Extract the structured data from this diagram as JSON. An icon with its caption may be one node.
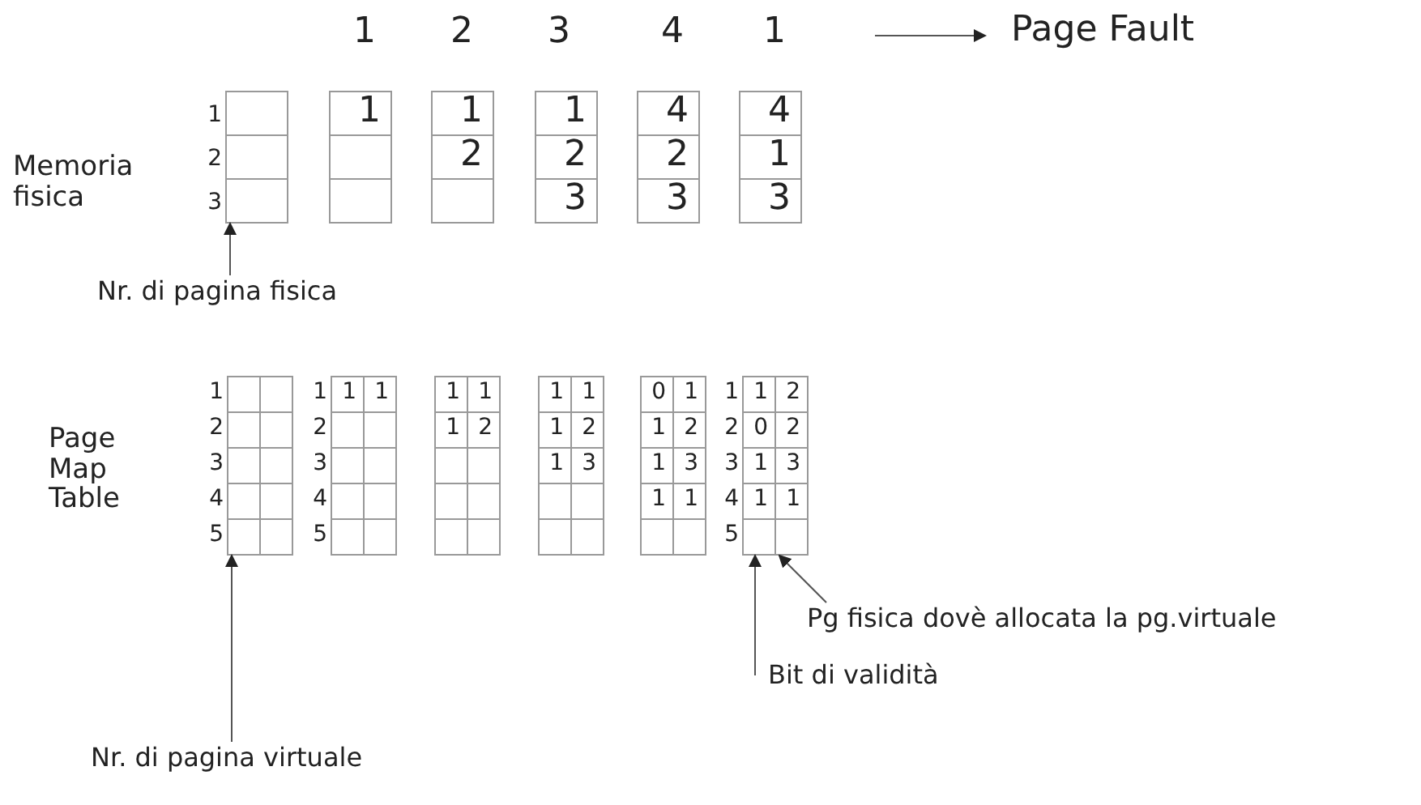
{
  "diagram": {
    "nodes": [
      {
        "text": [
          "Page Fault"
        ]
      },
      {
        "text": [],
        "shape": "box"
      },
      {
        "text": [
          "Nr. di pagina fisica"
        ]
      },
      {
        "text": [],
        "shape": "box"
      },
      {
        "text": [],
        "shape": "bar"
      },
      {
        "text": [],
        "shape": "bar"
      },
      {
        "text": [
          "Pg fisica dovè allocata la pg.virtuale"
        ]
      },
      {
        "text": [
          "Bit di validità"
        ]
      },
      {
        "text": [
          "Nr. di pagina virtuale"
        ]
      }
    ],
    "edges": [
      {
        "from": null,
        "to": 0,
        "arrow": "to"
      },
      {
        "from": 2,
        "to": 1,
        "arrow": "to"
      },
      {
        "from": 6,
        "to": 5,
        "arrow": "to"
      },
      {
        "from": 7,
        "to": 4,
        "arrow": "to"
      },
      {
        "from": 8,
        "to": 3,
        "arrow": "to"
      }
    ],
    "labels": [
      "1",
      "2",
      "3",
      "4",
      "1",
      "Memoria fisica",
      "1",
      "2",
      "3",
      "1",
      "1",
      "2",
      "1",
      "2",
      "3",
      "4",
      "2",
      "3",
      "4",
      "1",
      "3",
      "Page Map Table",
      "1",
      "2",
      "3",
      "4",
      "5",
      "1",
      "1",
      "1",
      "2",
      "3",
      "4",
      "5",
      "1",
      "1",
      "1",
      "2",
      "1",
      "1",
      "1",
      "2",
      "1",
      "3",
      "0",
      "1",
      "1",
      "2",
      "1",
      "3",
      "1",
      "1",
      "1",
      "1",
      "2",
      "2",
      "0",
      "2",
      "3",
      "1",
      "3",
      "4",
      "1",
      "1",
      "5"
    ]
  }
}
